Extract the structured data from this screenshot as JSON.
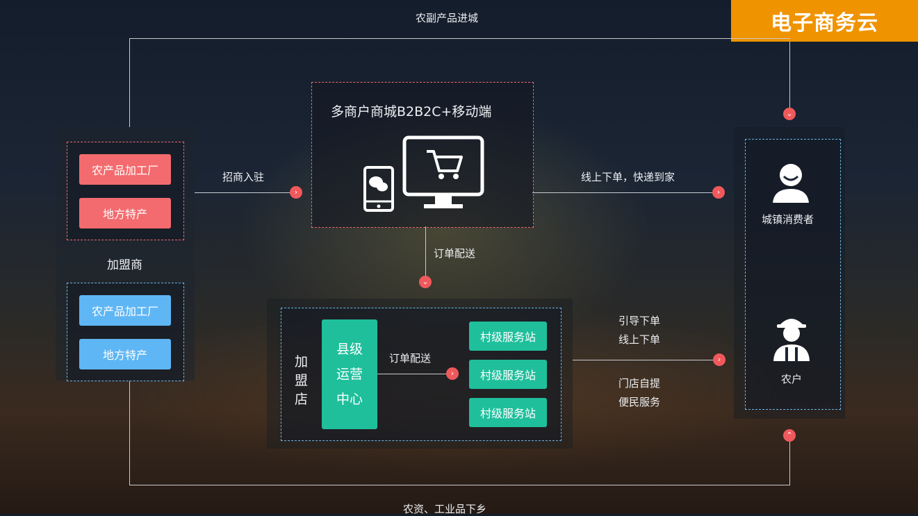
{
  "badge": {
    "title": "电子商务云"
  },
  "flows": {
    "top": "农副产品进城",
    "bottom": "农资、工业品下乡",
    "recruit": "招商入驻",
    "online_order": "线上下单，快递到家",
    "order_delivery_1": "订单配送",
    "order_delivery_2": "订单配送",
    "guide_1": "引导下单",
    "guide_2": "线上下单",
    "guide_3": "门店自提",
    "guide_4": "便民服务"
  },
  "franchisee": {
    "label": "加盟商",
    "red_group": [
      "农产品加工厂",
      "地方特产"
    ],
    "blue_group": [
      "农产品加工厂",
      "地方特产"
    ]
  },
  "mall": {
    "title": "多商户商城B2B2C+移动端"
  },
  "store": {
    "label": "加盟店",
    "center": "县级运营中心",
    "stations": [
      "村级服务站",
      "村级服务站",
      "村级服务站"
    ]
  },
  "customers": {
    "consumer": "城镇消费者",
    "farmer": "农户"
  },
  "colors": {
    "accent": "#ef9300",
    "red": "#f36b6e",
    "blue": "#5fb6f4",
    "green": "#1fbf9c"
  },
  "icons": [
    "computer-cart-icon",
    "phone-wechat-icon",
    "consumer-avatar-icon",
    "farmer-avatar-icon",
    "chevron-right-icon",
    "chevron-down-icon",
    "chevron-up-icon"
  ]
}
